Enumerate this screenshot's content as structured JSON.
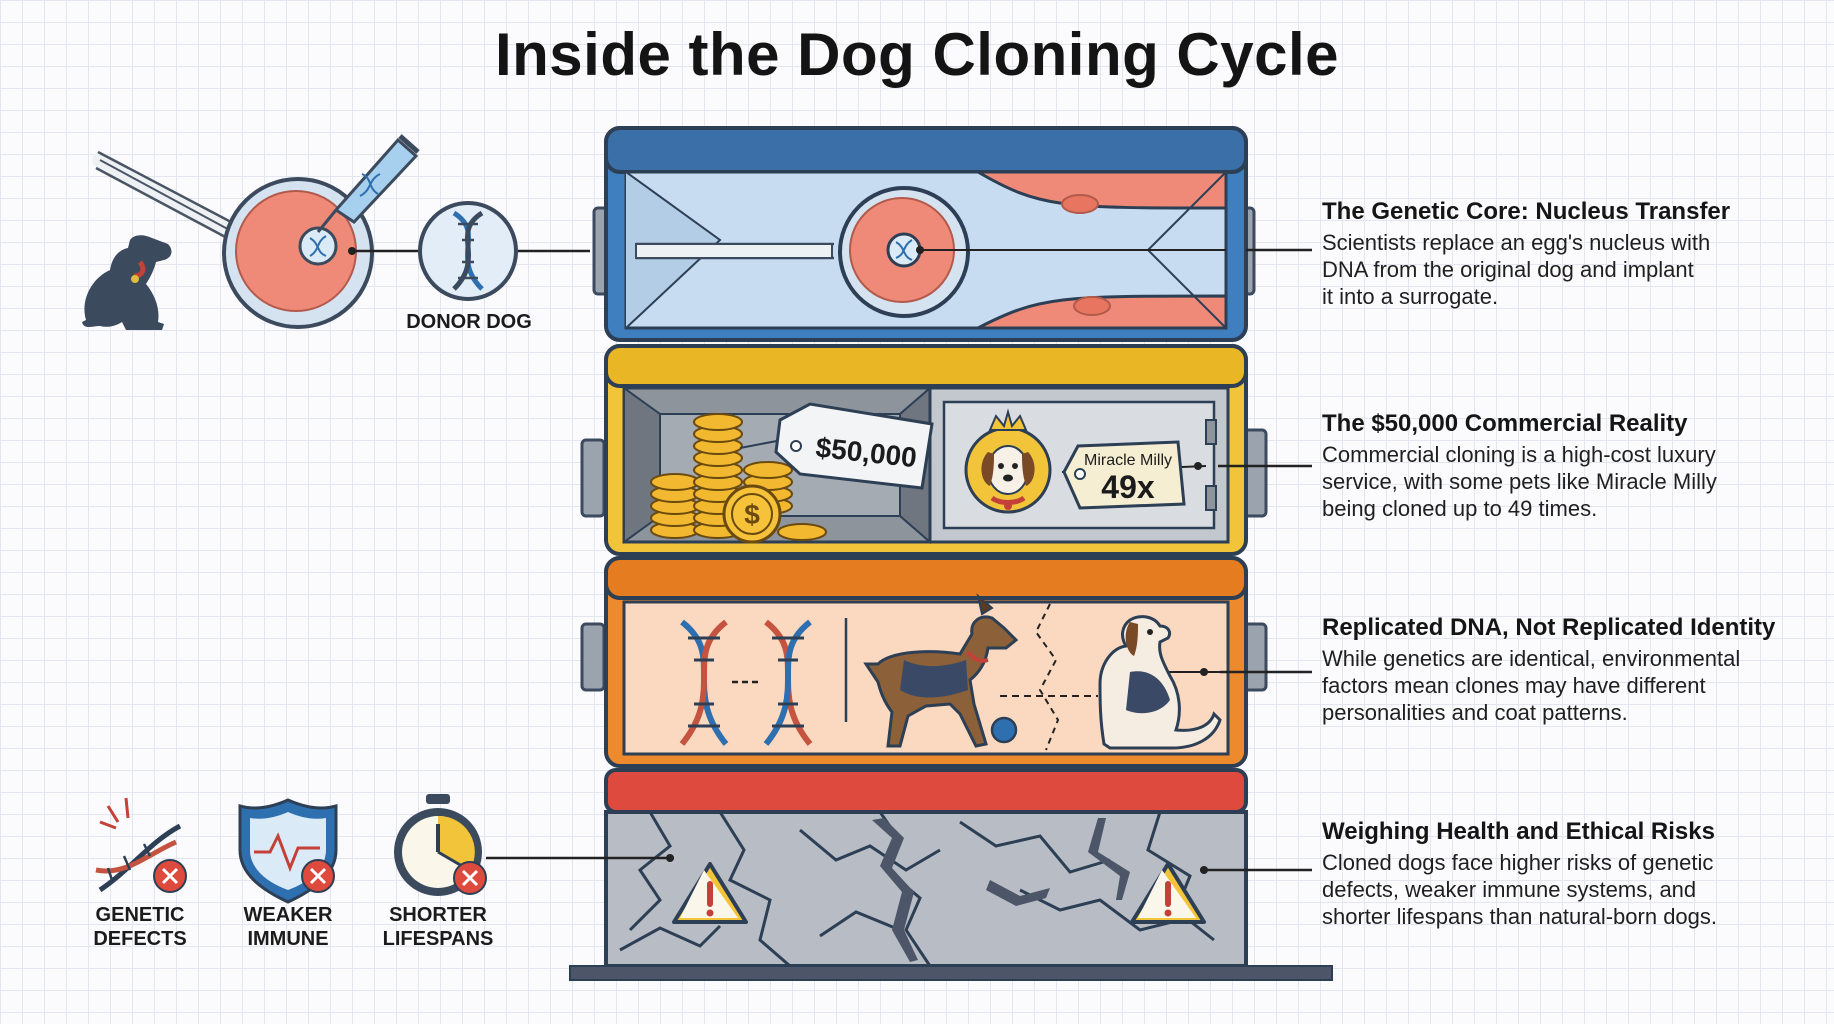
{
  "title": "Inside the Dog Cloning Cycle",
  "colors": {
    "blue": "#3f7fbf",
    "yellow": "#f2c43a",
    "orange": "#ee8a2e",
    "red": "#df4a3f",
    "egg": "#f08a78",
    "stone": "#b8bcc4"
  },
  "donor_label": "DONOR DOG",
  "price_tag": "$50,000",
  "milly_name": "Miracle Milly",
  "milly_count": "49x",
  "blocks": [
    {
      "heading": "The Genetic Core: Nucleus Transfer",
      "lines": [
        "Scientists replace an egg's nucleus with",
        "DNA from the original dog and implant",
        "it into a surrogate."
      ]
    },
    {
      "heading": "The $50,000 Commercial Reality",
      "lines": [
        "Commercial cloning is a high-cost luxury",
        "service, with some pets like Miracle Milly",
        "being cloned up to 49 times."
      ]
    },
    {
      "heading": "Replicated DNA, Not Replicated Identity",
      "lines": [
        "While genetics are identical, environmental",
        "factors mean clones may have different",
        "personalities and coat patterns."
      ]
    },
    {
      "heading": "Weighing Health and Ethical Risks",
      "lines": [
        "Cloned dogs face higher risks of genetic",
        "defects, weaker immune systems, and",
        "shorter lifespans than natural-born dogs."
      ]
    }
  ],
  "risks": [
    {
      "line1": "GENETIC",
      "line2": "DEFECTS",
      "icon": "dna-broken-icon"
    },
    {
      "line1": "WEAKER",
      "line2": "IMMUNE",
      "icon": "shield-heartbeat-icon"
    },
    {
      "line1": "SHORTER",
      "line2": "LIFESPANS",
      "icon": "stopwatch-icon"
    }
  ]
}
